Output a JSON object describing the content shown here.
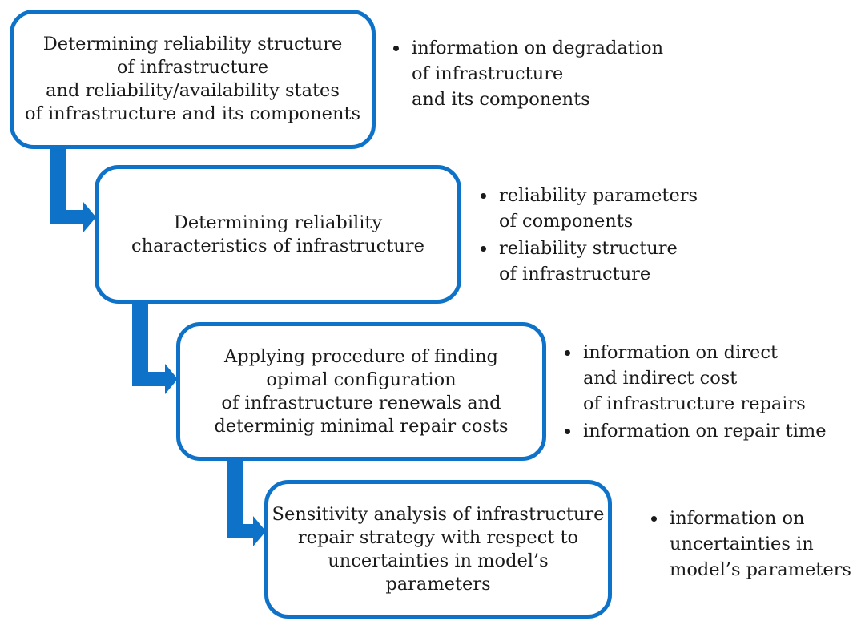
{
  "diagram": {
    "accent_color": "#0e73c8",
    "steps": [
      {
        "text": "Determining reliability structure\nof infrastructure\nand reliability/availability states\nof infrastructure and its components",
        "notes": [
          "information on degradation\nof infrastructure\nand its components"
        ]
      },
      {
        "text": "Determining reliability\ncharacteristics of infrastructure",
        "notes": [
          "reliability parameters\nof components",
          "reliability structure\nof infrastructure"
        ]
      },
      {
        "text": "Applying procedure of finding\nopimal configuration\nof infrastructure renewals and\ndeterminig minimal repair costs",
        "notes": [
          "information on direct\nand indirect cost\nof infrastructure repairs",
          "information on repair time"
        ]
      },
      {
        "text": "Sensitivity analysis of infrastructure\nrepair strategy with respect to\nuncertainties in model’s\nparameters",
        "notes": [
          "information on\nuncertainties in\nmodel’s parameters"
        ]
      }
    ]
  }
}
